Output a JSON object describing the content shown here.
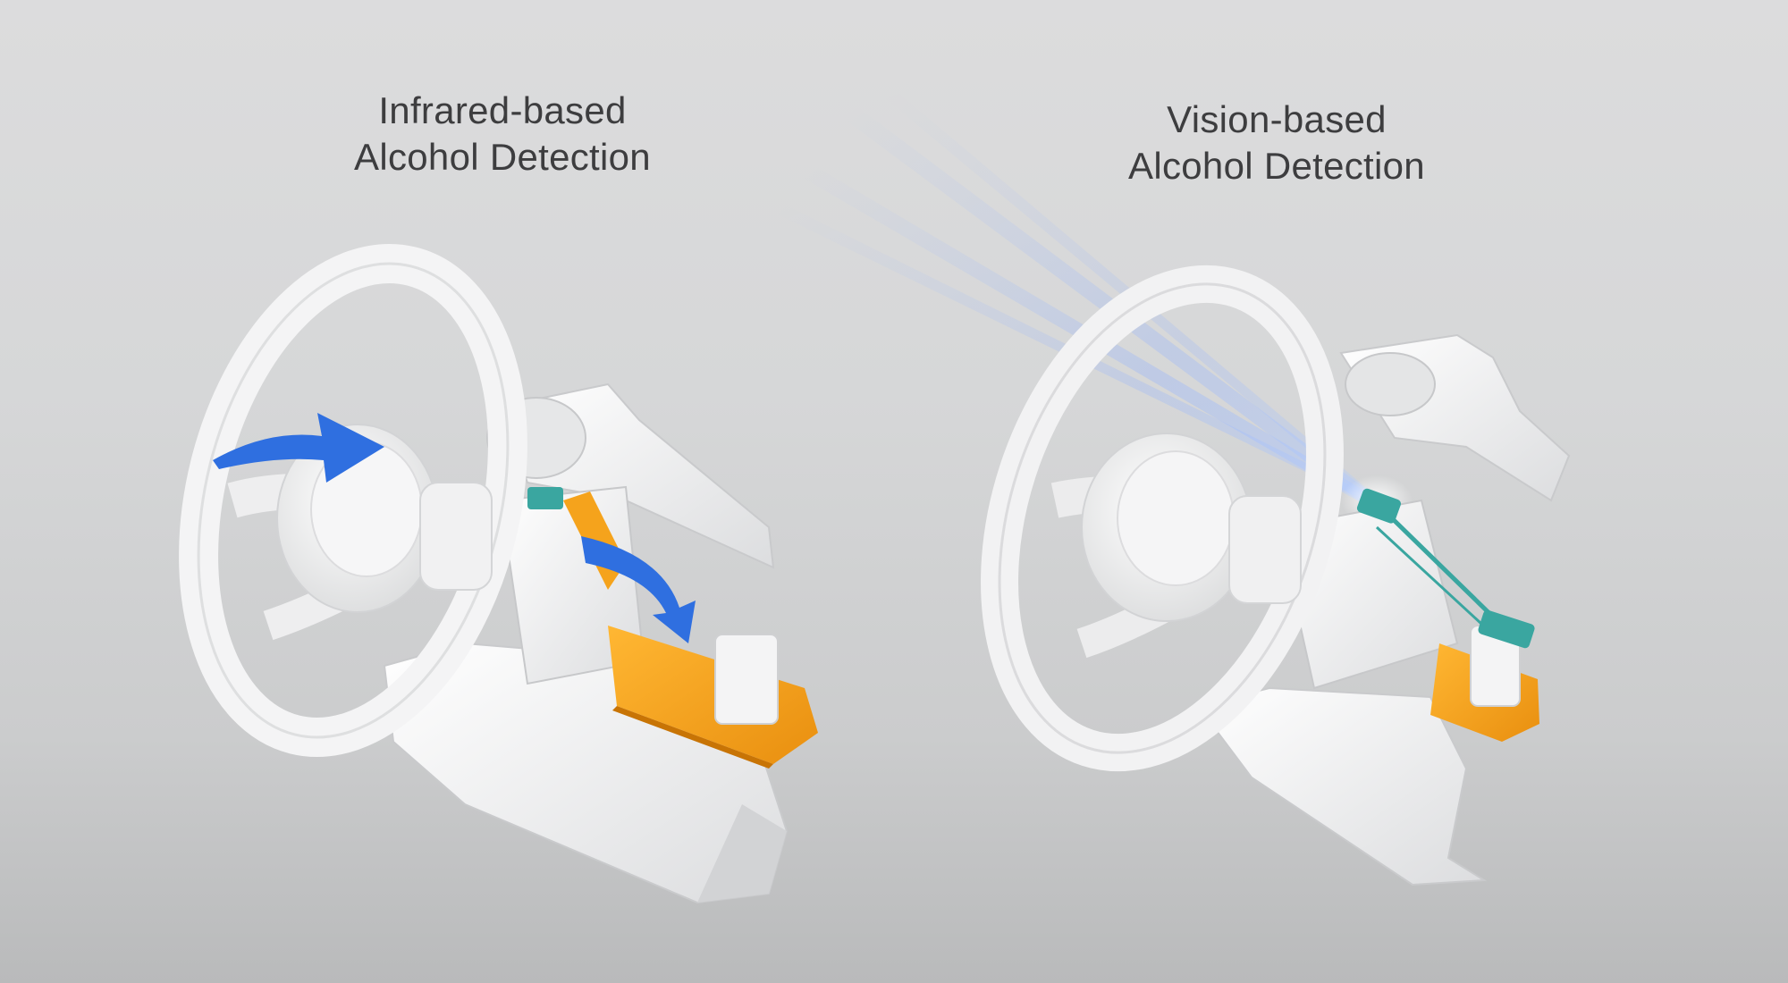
{
  "captions": {
    "infrared": {
      "line1": "Infrared-based",
      "line2": "Alcohol Detection"
    },
    "vision": {
      "line1": "Vision-based",
      "line2": "Alcohol Detection"
    }
  },
  "colors": {
    "background": "#d6d7d8",
    "steering_white": "#f2f2f2",
    "module_orange": "#f5a31c",
    "arrow_blue": "#2f6fe0",
    "sensor_teal": "#3aa6a0",
    "beam_blue": "#8fb4ff"
  },
  "illustrations": [
    {
      "id": "infrared",
      "icons": [
        "steering-wheel-icon",
        "airflow-arrow-icon",
        "ir-sensor-module-icon"
      ]
    },
    {
      "id": "vision",
      "icons": [
        "steering-wheel-icon",
        "camera-beam-icon",
        "camera-module-icon"
      ]
    }
  ]
}
